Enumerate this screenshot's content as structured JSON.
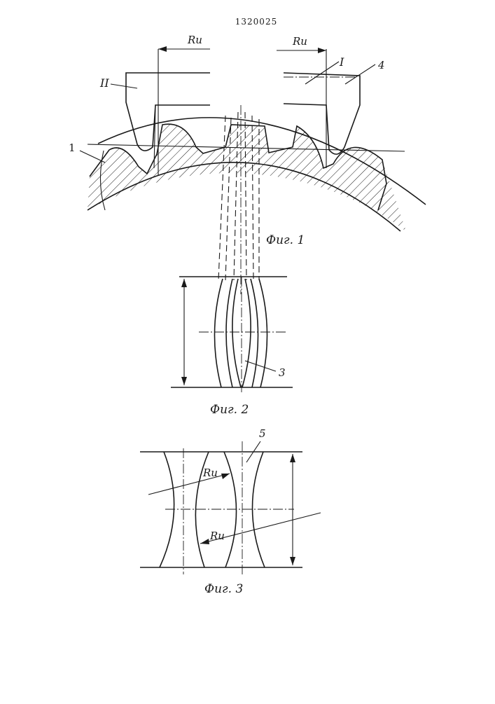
{
  "document": {
    "patent_number": "1320025",
    "figures": [
      {
        "caption": "Фиг. 1",
        "labels": {
          "ru_left": "Ru",
          "ru_right": "Ru",
          "roman_one": "I",
          "roman_two": "II",
          "part_1": "1",
          "part_4": "4"
        }
      },
      {
        "caption": "Фиг. 2",
        "labels": {
          "part_3": "3"
        }
      },
      {
        "caption": "Фиг. 3",
        "labels": {
          "part_5": "5",
          "ru_upper": "Ru",
          "ru_lower": "Ru"
        }
      }
    ]
  }
}
